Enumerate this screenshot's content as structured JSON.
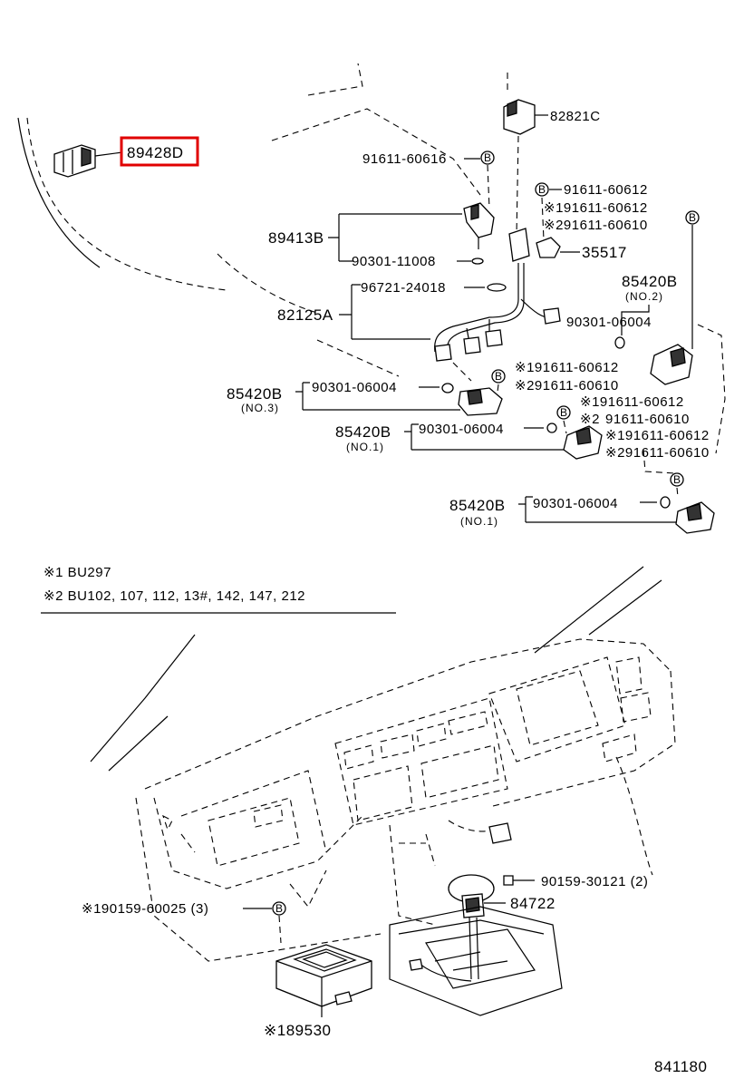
{
  "diagram": {
    "highlighted_part": "89428D",
    "highlight_color": "#e00000",
    "callouts": {
      "p89428D": "89428D",
      "p82821C": "82821C",
      "p91611_60616": "91611-60616",
      "p91611_60612_a": "91611-60612",
      "p1_91611_60612": "※191611-60612",
      "p2_91611_60610": "※291611-60610",
      "p89413B": "89413B",
      "p35517": "35517",
      "p90301_11008": "90301-11008",
      "p85420B_no2": "85420B",
      "no2": "(NO.2)",
      "p96721_24018": "96721-24018",
      "p82125A": "82125A",
      "p90301_06004_a": "90301-06004",
      "p1_91611_60612_b": "※191611-60612",
      "p2_91611_60610_b": "※291611-60610",
      "p85420B_no3": "85420B",
      "no3": "(NO.3)",
      "p90301_06004_b": "90301-06004",
      "p1_91611_60612_c": "※191611-60612",
      "p2_91611_60610_c": "91611-60610",
      "p2_prefix_c": "※2",
      "p85420B_no1a": "85420B",
      "no1a": "(NO.1)",
      "p90301_06004_c": "90301-06004",
      "p1_91611_60612_d": "※191611-60612",
      "p2_91611_60610_d": "※291611-60610",
      "p85420B_no1b": "85420B",
      "no1b": "(NO.1)",
      "p90301_06004_d": "90301-06004",
      "p90159_30121": "90159-30121 (2)",
      "p84722": "84722",
      "p1_90159_60025": "※190159-60025 (3)",
      "p1_89530": "※189530"
    },
    "notes": {
      "note1": "※1 BU297",
      "note2": "※2 BU102, 107, 112, 13#, 142, 147, 212"
    },
    "bolt_marker": "B",
    "figure_number": "841180"
  }
}
